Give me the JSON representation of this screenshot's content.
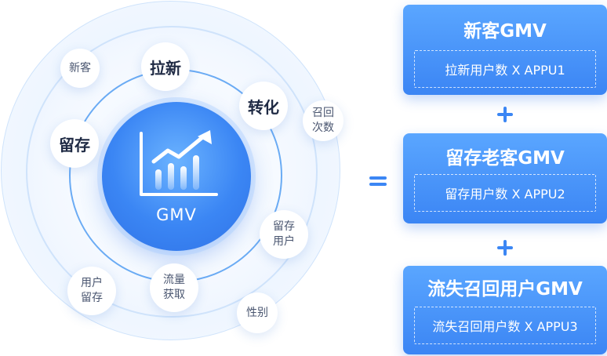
{
  "center": {
    "label": "GMV",
    "icon": "growth-chart-icon"
  },
  "bubbles": {
    "laxin": "拉新",
    "zhuanhua": "转化",
    "liucun": "留存",
    "xinke": "新客",
    "zhaohui_cishu": "召回\n次数",
    "liucun_yonghu": "留存\n用户",
    "yonghu_liucun": "用户\n留存",
    "liuliang_huoqu": "流量\n获取",
    "xingbie": "性别"
  },
  "operators": {
    "equals": "=",
    "plus": "+"
  },
  "cards": [
    {
      "title": "新客GMV",
      "formula": "拉新用户数  X  APPU1"
    },
    {
      "title": "留存老客GMV",
      "formula": "留存用户数  X  APPU2"
    },
    {
      "title": "流失召回用户GMV",
      "formula": "流失召回用户数 X APPU3"
    }
  ],
  "colors": {
    "accent": "#3b86f4",
    "card_top": "#5aa6ff",
    "card_bottom": "#3b85f4",
    "ring_line": "#6aabf4"
  }
}
